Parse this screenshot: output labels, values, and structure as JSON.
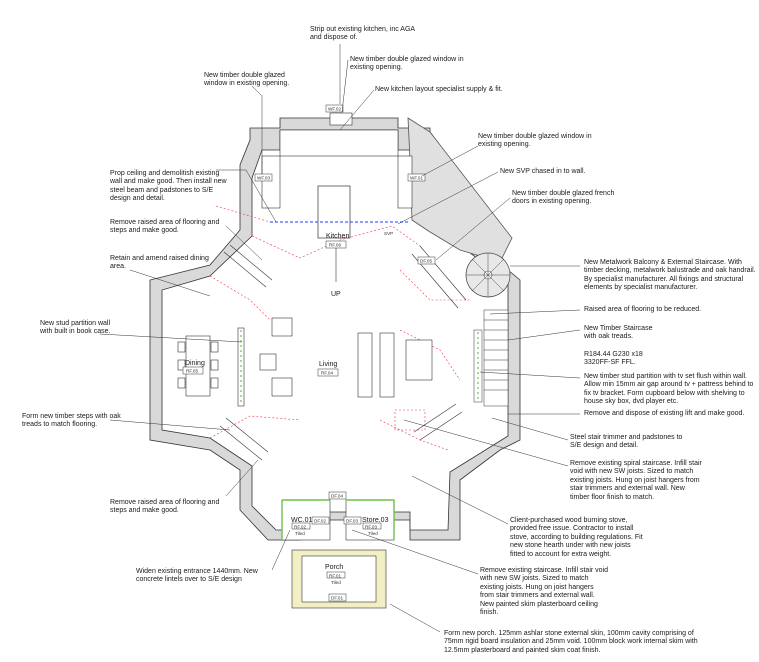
{
  "notes": {
    "strip_kitchen": "Strip out existing kitchen, inc AGA\nand dispose of.",
    "window_existing_top": "New timber double glazed window in\nexisting opening.",
    "kitchen_layout": "New kitchen layout specialist supply & fit.",
    "window_left": "New timber double glazed\nwindow in existing opening.",
    "window_right": "New timber double glazed window in\nexisting opening.",
    "svp": "New SVP chased in to wall.",
    "french_doors": "New timber double glazed french\ndoors in existing opening.",
    "prop_ceiling": "Prop ceiling and demolitish existing\nwall and make good. Then install new\nsteel beam and padstones to S/E\ndesign and detail.",
    "remove_raised_top": "Remove raised area of flooring and\nsteps and make good.",
    "retain_dining": "Retain and amend raised dining\narea.",
    "balcony": "New Metalwork Balcony & External Staircase. With\ntimber decking, metalwork balustrade and oak handrail.\nBy specialist manufacturer. All fixings and structural\nelements by specialist manufacturer.",
    "raised_reduce": "Raised area of flooring to be reduced.",
    "stud_bookcase": "New stud partition wall\nwith built in book case.",
    "timber_stair": "New Timber Staircase\nwith oak treads.",
    "stair_spec": "R184.44 G230 x18\n3320FF-SF FFL.",
    "tv_wall": "New timber stud partition with tv set flush within wall.\nAllow min 15mm air gap around tv + pattress behind to\nfix tv bracket. Form cupboard below with shelving to\nhouse sky box, dvd player etc.",
    "timber_steps": "Form new timber steps with oak\ntreads to match flooring.",
    "remove_lift": "Remove and dispose of existing lift and make good.",
    "stair_trimmer": "Steel stair trimmer and padstones to\nS/E design and detail.",
    "spiral_stair": "Remove existing spiral staircase. Infill stair\nvoid with new SW joists. Sized to match\nexisting joists. Hung on joist hangers from\nstair trimmers and external wall. New\ntimber floor finish to match.",
    "remove_raised_bottom": "Remove raised area of flooring and\nsteps and make good.",
    "stove": "Client-purchased wood burning stove,\nprovided free issue. Contractor to install\nstove, according to building regulations. Fit\nnew stone hearth under with new joists\nfitted to account for extra weight.",
    "widen_entrance": "Widen existing entrance 1440mm. New\nconcrete lintels over to S/E design",
    "remove_staircase": "Remove existing staircase. Infill stair void\nwith new SW joists. Sized to match\nexisting joists. Hung on joist hangers\nfrom stair trimmers and external wall.\nNew painted skim plasterboard ceiling\nfinish.",
    "porch_note": "Form new porch. 125mm ashlar stone external skin, 100mm cavity comprising of\n75mm rigid board insulation and 25mm void. 100mm block work internal skim with\n12.5mm plasterboard and painted skim coat finish."
  },
  "rooms": {
    "kitchen": "Kitchen",
    "kitchen_tag": "RF.06",
    "dining": "Dining",
    "dining_tag": "RF.05",
    "living": "Living",
    "living_tag": "RF.04",
    "wc": "WC.01",
    "wc_tag": "RF.02",
    "wc_finish": "Tiled",
    "store": "Store.03",
    "store_tag": "RF.03",
    "store_finish": "Tiled",
    "porch": "Porch",
    "porch_tag": "RF.01",
    "porch_finish": "Tiled",
    "up": "UP"
  },
  "tags": {
    "wf02": "WF.02",
    "wf03": "WF.03",
    "wf01": "WF.01",
    "df05": "DF.05",
    "df04": "DF.04",
    "df02": "DF.02",
    "df03": "DF.03",
    "df01": "DF.01",
    "svp": "SVP"
  },
  "colors": {
    "wall_fill": "#d9d9d9",
    "demolition": "#e8394a",
    "new_wall": "#6cc24a",
    "steel_beam": "#1a3cff",
    "balcony_fill": "#e0e0e0"
  }
}
